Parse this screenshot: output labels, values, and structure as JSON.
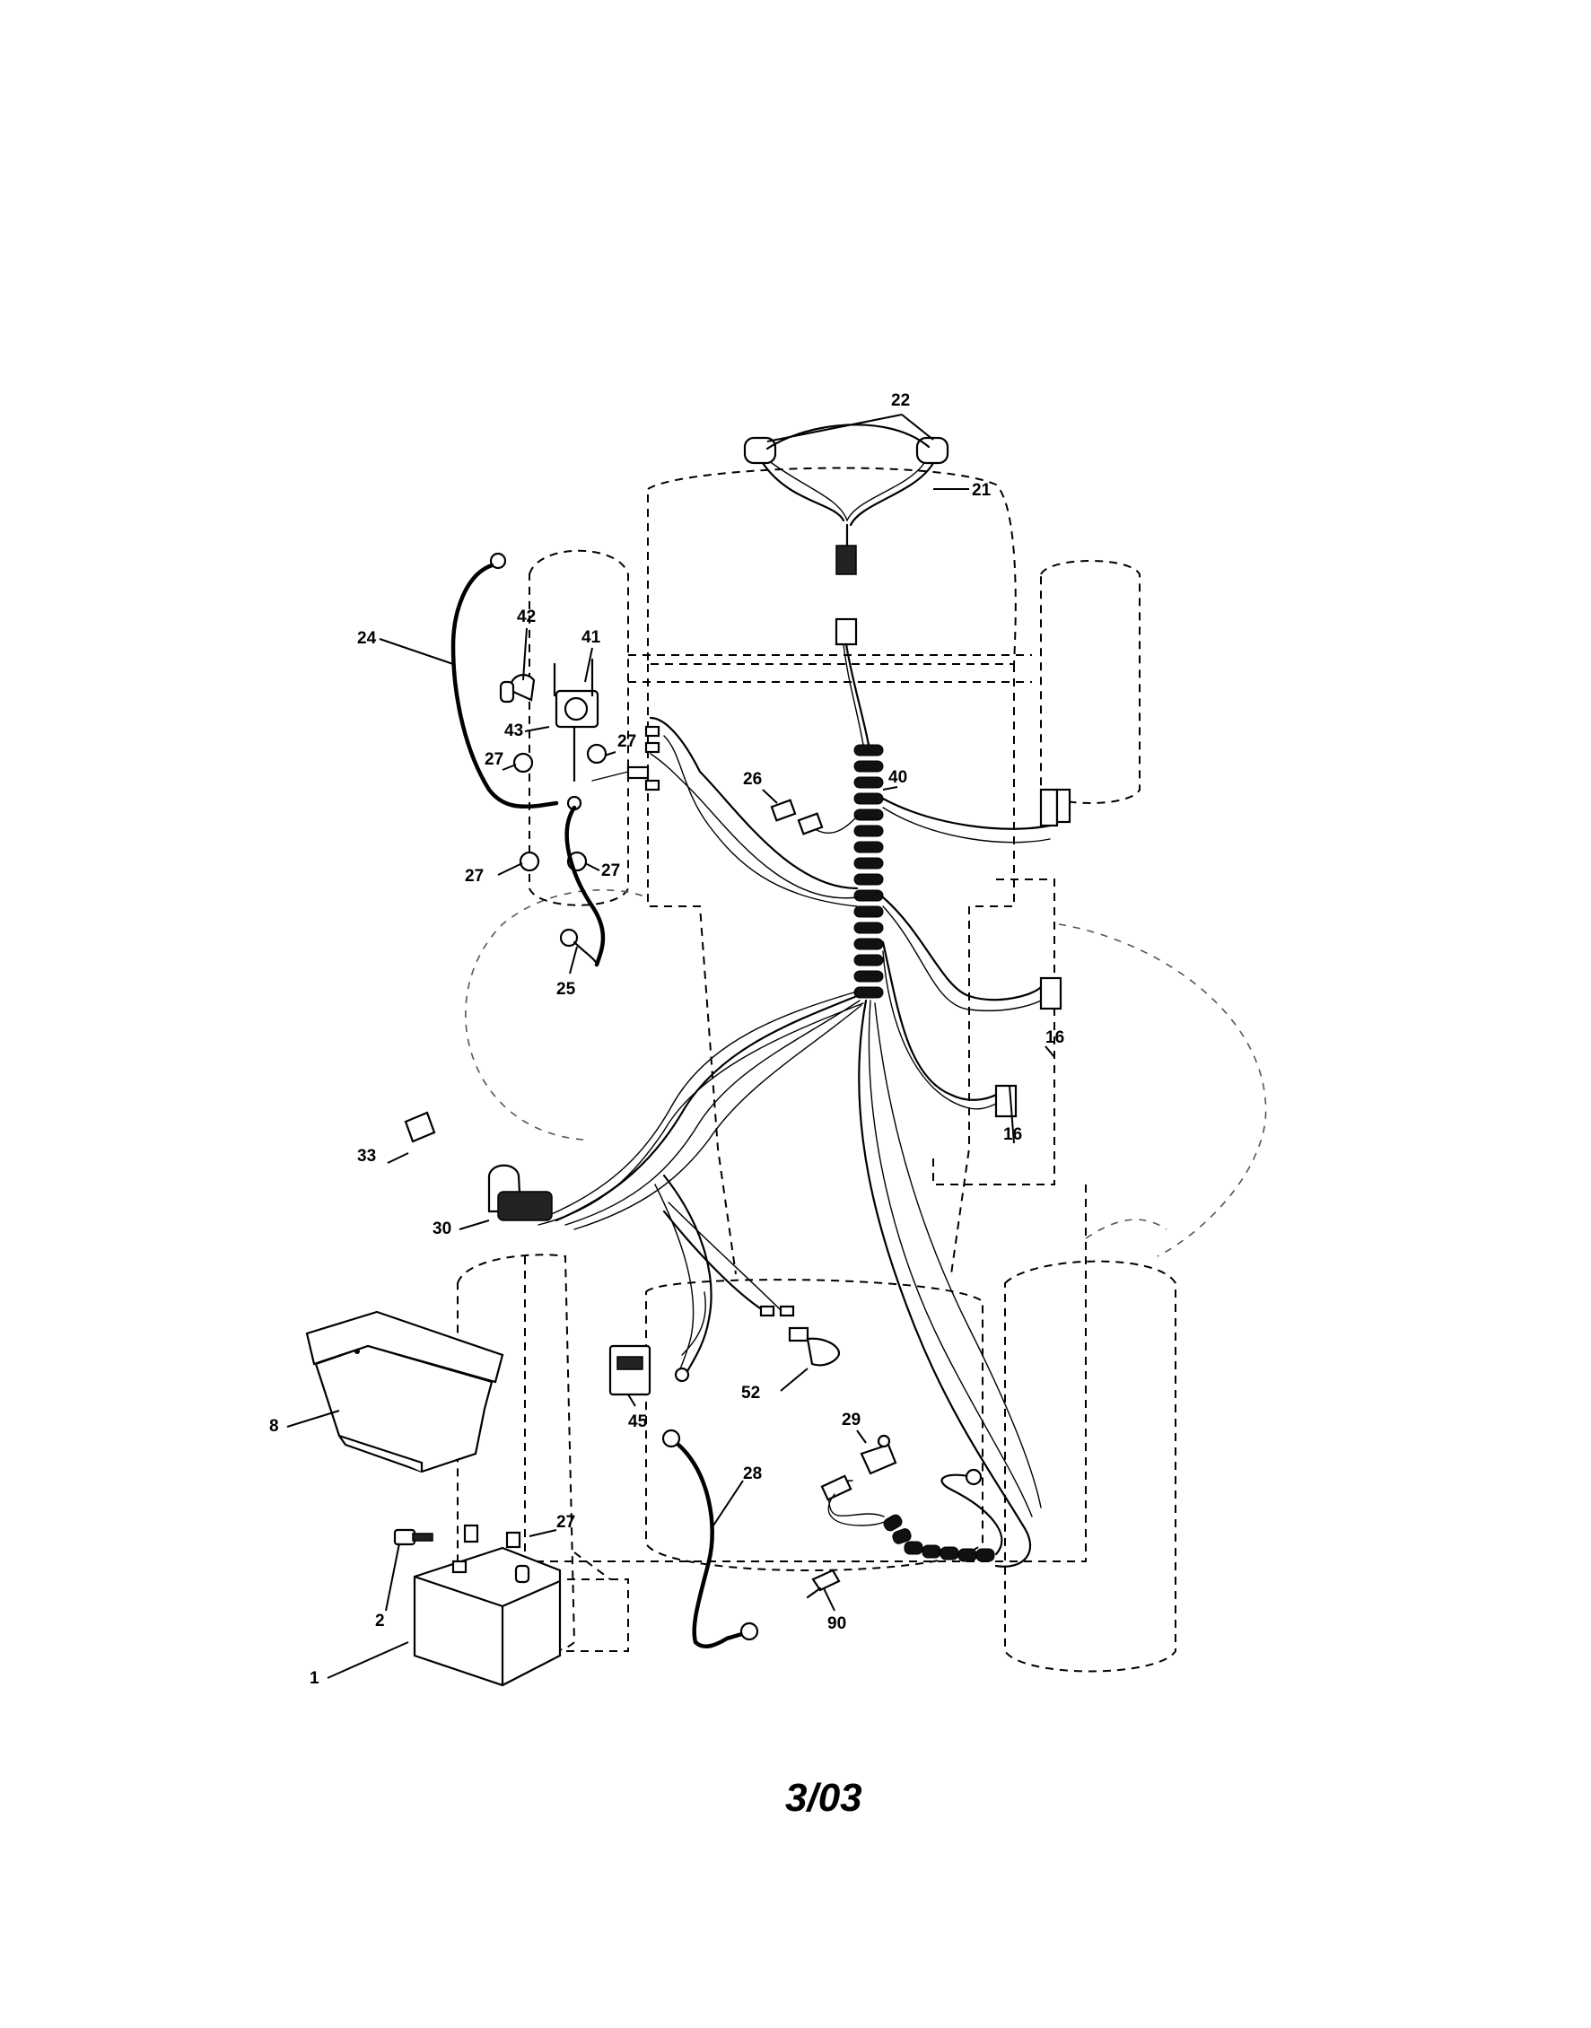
{
  "diagram": {
    "date_code": "3/03",
    "callouts": {
      "c1": "1",
      "c2": "2",
      "c8": "8",
      "c16a": "16",
      "c16b": "16",
      "c21": "21",
      "c22": "22",
      "c24": "24",
      "c25": "25",
      "c26": "26",
      "c27a": "27",
      "c27b": "27",
      "c27c": "27",
      "c27d": "27",
      "c27e": "27",
      "c28": "28",
      "c29": "29",
      "c30": "30",
      "c33": "33",
      "c40": "40",
      "c41": "41",
      "c42": "42",
      "c43": "43",
      "c45": "45",
      "c52": "52",
      "c90": "90"
    }
  }
}
